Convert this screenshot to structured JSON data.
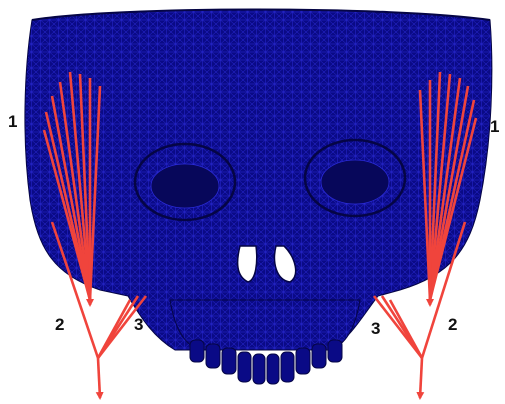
{
  "figure": {
    "colors": {
      "mesh_fill": "#0a0a86",
      "mesh_line": "#2a2ad6",
      "mesh_dark": "#050545",
      "muscle_vectors": "#f0443c",
      "label_text": "#111111",
      "background": "#ffffff"
    },
    "labels": {
      "left_group_1": "1",
      "right_group_1": "1",
      "left_group_2": "2",
      "right_group_2": "2",
      "left_group_3": "3",
      "right_group_3": "3"
    }
  }
}
